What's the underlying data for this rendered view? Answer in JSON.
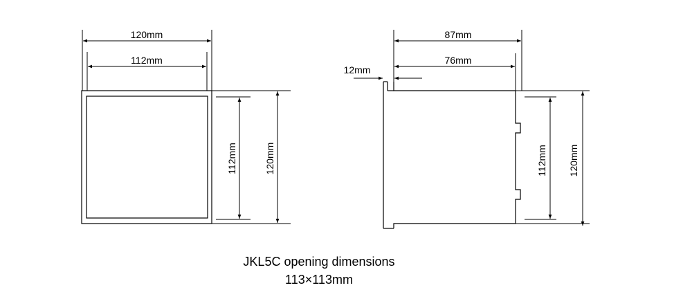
{
  "front_view": {
    "outer_width": "120mm",
    "inner_width": "112mm",
    "inner_height": "112mm",
    "outer_height": "120mm"
  },
  "side_view": {
    "total_depth": "87mm",
    "body_depth": "76mm",
    "panel_thickness": "12mm",
    "inner_height": "112mm",
    "outer_height": "120mm"
  },
  "caption": {
    "title": "JKL5C opening dimensions",
    "size": "113×113mm"
  }
}
